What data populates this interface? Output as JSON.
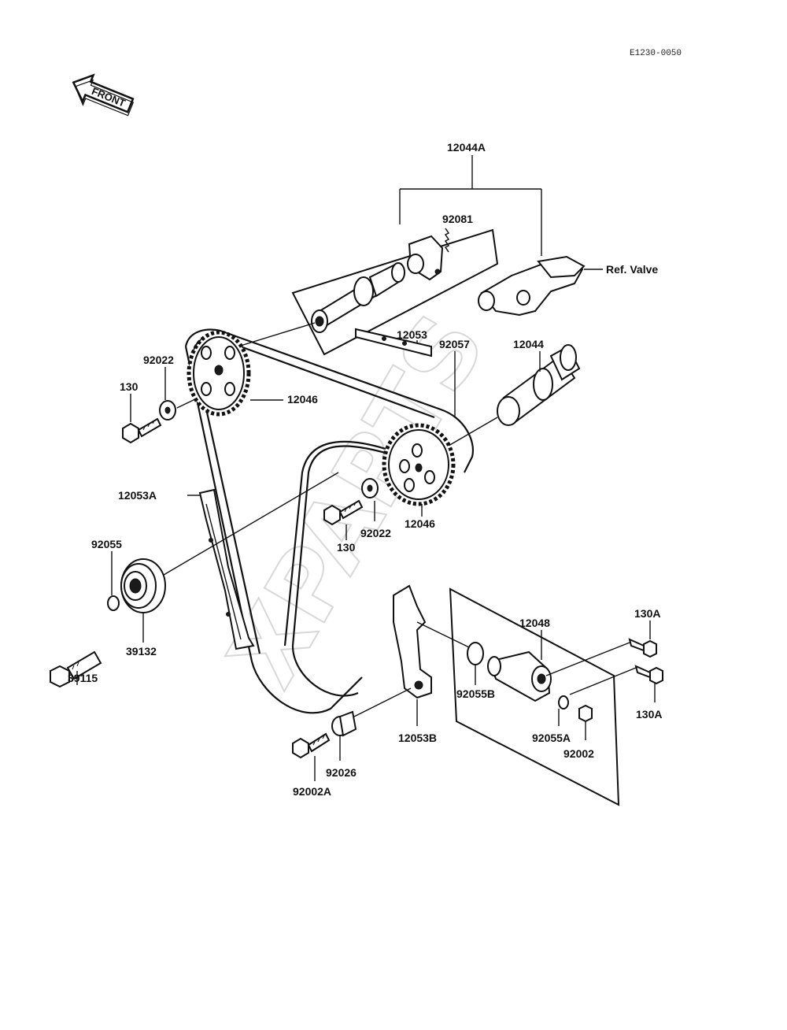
{
  "diagram_code": "E1230-0050",
  "front_label": "FRONT",
  "watermark": "XPARTS",
  "ref_label": "Ref. Valve",
  "parts": {
    "p12044A": "12044A",
    "p92081": "92081",
    "p12053": "12053",
    "p12044": "12044",
    "p92057": "92057",
    "p92022_top": "92022",
    "p130_top": "130",
    "p12046_top": "12046",
    "p12046_bot": "12046",
    "p92022_bot": "92022",
    "p130_bot": "130",
    "p12053A": "12053A",
    "p92055": "92055",
    "p39132": "39132",
    "p39115": "39115",
    "p12048": "12048",
    "p130A_top": "130A",
    "p130A_bot": "130A",
    "p92055B": "92055B",
    "p92055A": "92055A",
    "p92002": "92002",
    "p12053B": "12053B",
    "p92026": "92026",
    "p92002A": "92002A"
  }
}
